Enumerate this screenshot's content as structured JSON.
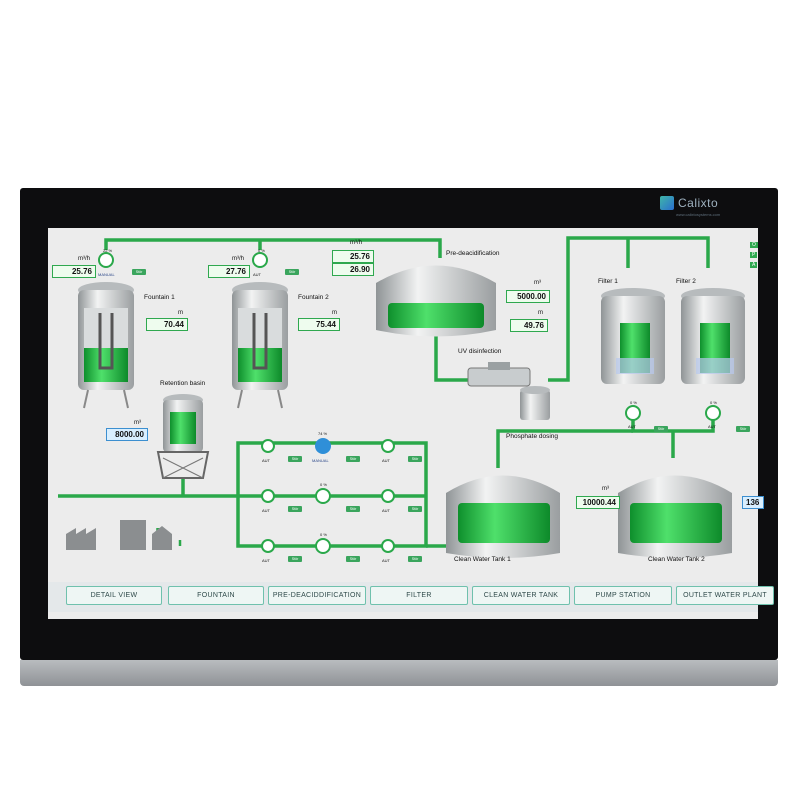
{
  "brand": {
    "name": "Calixto",
    "tagline": "www.calixtosystems.com"
  },
  "fountain1": {
    "title": "Fountain 1",
    "flow_unit": "m³/h",
    "flow": "25.76",
    "pump_pct": "22 %",
    "pump_mode": "MANUAL",
    "level_unit": "m",
    "level": "70.44"
  },
  "fountain2": {
    "title": "Fountain 2",
    "flow_unit": "m³/h",
    "flow": "27.76",
    "pump_pct": "0 %",
    "pump_mode": "AUT",
    "level_unit": "m",
    "level": "75.44"
  },
  "retention": {
    "title": "Retention basin",
    "unit": "m³",
    "value": "8000.00"
  },
  "predeacid": {
    "title": "Pre-deacidification",
    "flow_unit": "m³/h",
    "flow_a": "25.76",
    "flow_b": "26.90",
    "vol_unit": "m³",
    "vol": "5000.00",
    "level_unit": "m",
    "level": "49.76"
  },
  "uv": {
    "title": "UV disinfection"
  },
  "phosphate": {
    "title": "Phosphate dosing"
  },
  "filters": {
    "f1": "Filter 1",
    "f2": "Filter 2",
    "f1_pct": "0 %",
    "f2_pct": "0 %",
    "f1_mode": "AUT",
    "f2_mode": "AUT"
  },
  "pumps": {
    "p1_pct": "74 %",
    "p1_mode": "MANUAL",
    "p2_pct": "0 %",
    "p2_mode": "AUT",
    "p3_pct": "0 %",
    "p3_mode": "AUT"
  },
  "valve_mode": "AUT",
  "clean1": {
    "title": "Clean Water Tank 1",
    "unit": "m³",
    "value": "10000.44"
  },
  "clean2": {
    "title": "Clean Water Tank 2",
    "value_partial": "136"
  },
  "nav": [
    "DETAIL VIEW",
    "FOUNTAIN",
    "PRE-DEACIDDIFICATION",
    "FILTER",
    "CLEAN WATER TANK",
    "PUMP STATION",
    "OUTLET WATER PLANT"
  ],
  "side_tabs": [
    "O",
    "P",
    "A"
  ],
  "pill_label": "Stör",
  "colors": {
    "pipe": "#2aa84a",
    "water": "#29c14d",
    "tank": "#cdd0d2",
    "accent": "#2f8fd8"
  }
}
